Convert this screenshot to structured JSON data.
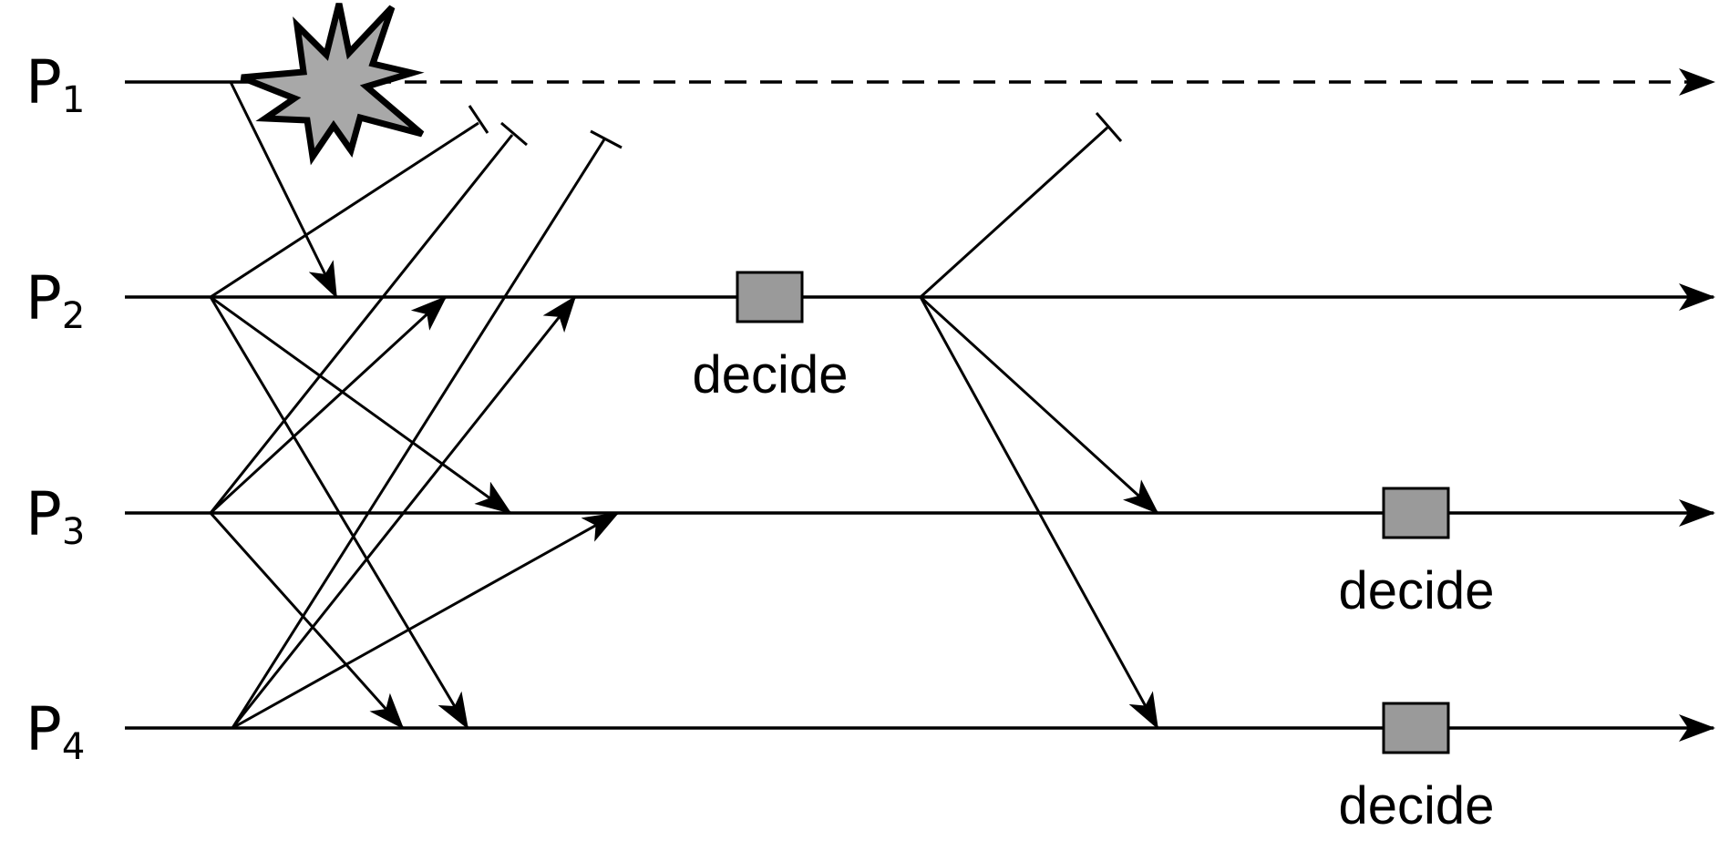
{
  "processes": [
    {
      "id": "P1",
      "name": "P",
      "index": "1",
      "crashed": true
    },
    {
      "id": "P2",
      "name": "P",
      "index": "2",
      "crashed": false
    },
    {
      "id": "P3",
      "name": "P",
      "index": "3",
      "crashed": false
    },
    {
      "id": "P4",
      "name": "P",
      "index": "4",
      "crashed": false
    }
  ],
  "decisions": [
    {
      "process": "P2",
      "label": "decide"
    },
    {
      "process": "P3",
      "label": "decide"
    },
    {
      "process": "P4",
      "label": "decide"
    }
  ],
  "colors": {
    "line": "#000000",
    "decide_box_fill": "#9a9a9a",
    "crash_fill": "#a8a8a8"
  },
  "icons": {
    "crash": "explosion-star-icon",
    "lost_message": "blocked-arrow-tick"
  }
}
